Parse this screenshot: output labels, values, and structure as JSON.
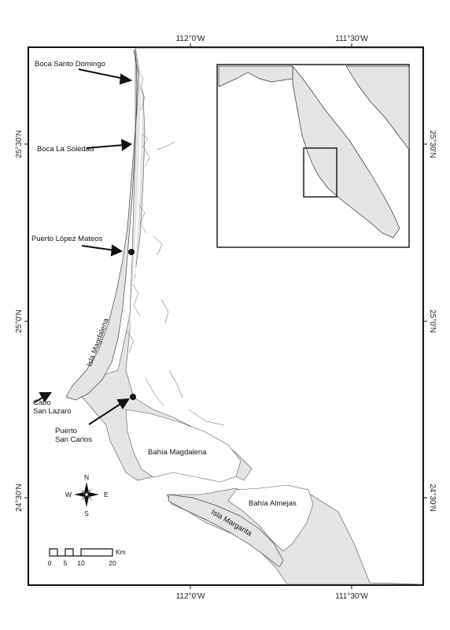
{
  "coords": {
    "top": [
      "112°0'W",
      "111°30'W"
    ],
    "bottom": [
      "112°0'W",
      "111°30'W"
    ],
    "left": [
      "25°30'N",
      "25°0'N",
      "24°30'N"
    ],
    "right": [
      "25°30'N",
      "25°0'N",
      "24°30'N"
    ]
  },
  "places": {
    "boca_santo_domingo": "Boca Santo Domingo",
    "boca_la_soledad": "Boca La Soledad",
    "puerto_lopez_mateos": "Puerto López Mateos",
    "isla_magdalena": "Isla Magdalena",
    "cabo_line1": "Cabo",
    "cabo_line2": "San Lazaro",
    "puerto_line1": "Puerto",
    "puerto_line2": "San Carlos",
    "bahia_magdalena": "Bahía Magdalena",
    "bahia_almejas": "Bahía Almejas",
    "isla_margarita": "Isla Margarita"
  },
  "compass": {
    "n": "N",
    "s": "S",
    "e": "E",
    "w": "W"
  },
  "scale": {
    "unit": "Km",
    "ticks": [
      "0",
      "5",
      "10",
      "20"
    ]
  },
  "colors": {
    "land": "#e4e4e4",
    "water": "#ffffff",
    "frame": "#111111"
  }
}
